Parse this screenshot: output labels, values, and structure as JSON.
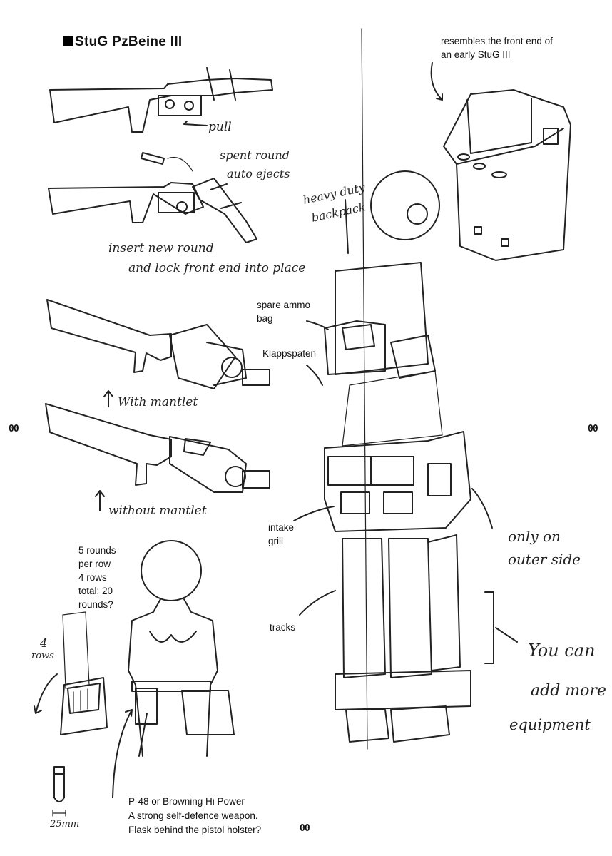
{
  "title": "StuG PzBeine III",
  "crop_marks": {
    "left": "00",
    "right": "00",
    "bottom": "00"
  },
  "weapon_notes": {
    "pull": "pull",
    "eject_line1": "spent round",
    "eject_line2": "auto ejects",
    "insert_line1": "insert new round",
    "insert_line2": "and lock front end into place",
    "with_mantlet": "With mantlet",
    "without_mantlet": "without mantlet"
  },
  "backpack_notes": {
    "front_end_line1": "resembles the front end of",
    "front_end_line2": "an early StuG III",
    "heavy_line1": "heavy duty",
    "heavy_line2": "backpack",
    "spare_ammo_line1": "spare ammo",
    "spare_ammo_line2": "bag",
    "klappspaten": "Klappspaten",
    "intake_line1": "intake",
    "intake_line2": "grill",
    "tracks": "tracks",
    "outer_line1": "only on",
    "outer_line2": "outer side",
    "more_line1": "You can",
    "more_line2": "add more",
    "more_line3": "equipment"
  },
  "ammo_notes": {
    "line1": "5 rounds",
    "line2": "per row",
    "line3": "4 rows",
    "line4": "total: 20",
    "line5": "rounds?",
    "rows_line1": "4",
    "rows_line2": "rows",
    "size": "25mm"
  },
  "pistol_notes": {
    "line1": "P-48 or Browning Hi Power",
    "line2": "A strong self-defence weapon.",
    "line3": "Flask behind the pistol holster?"
  }
}
